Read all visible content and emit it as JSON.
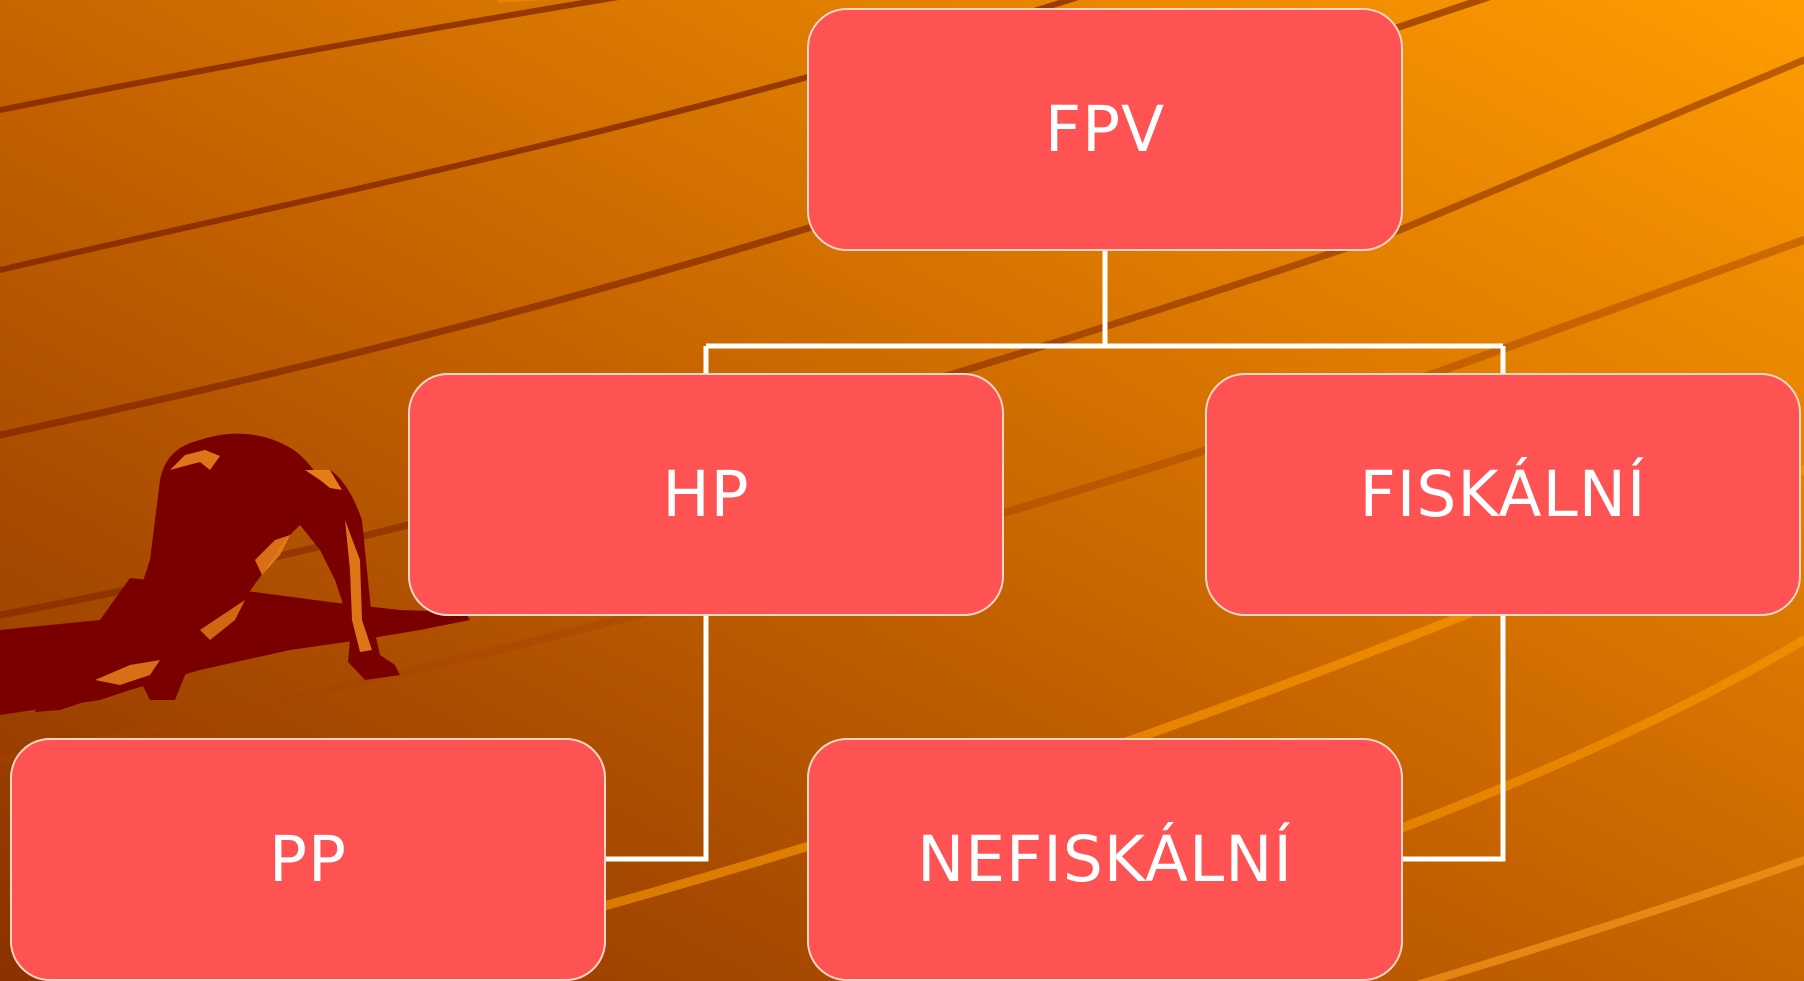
{
  "diagram": {
    "nodes": [
      {
        "id": "fpv",
        "label": "FPV"
      },
      {
        "id": "hp",
        "label": "HP"
      },
      {
        "id": "fiskalni",
        "label": "FISKÁLNÍ"
      },
      {
        "id": "pp",
        "label": "PP"
      },
      {
        "id": "nefiskalni",
        "label": "NEFISKÁLNÍ"
      }
    ],
    "edges": [
      {
        "from": "fpv",
        "to": "hp"
      },
      {
        "from": "fpv",
        "to": "fiskalni"
      },
      {
        "from": "hp",
        "to": "pp"
      },
      {
        "from": "fiskalni",
        "to": "nefiskalni"
      }
    ]
  },
  "colors": {
    "background_start": "#8a3200",
    "background_mid": "#c86500",
    "background_end": "#ff9d00",
    "node_fill": "#ff5252",
    "node_border": "#f6d9c4",
    "node_text": "#ffffff",
    "connector": "#ffffff",
    "track_lines": "#7a1e00",
    "silhouette": "#7a0000",
    "silhouette_highlight": "#f08a1a"
  },
  "decoration": {
    "background_image": "sprinter-at-starting-blocks-silhouette"
  }
}
